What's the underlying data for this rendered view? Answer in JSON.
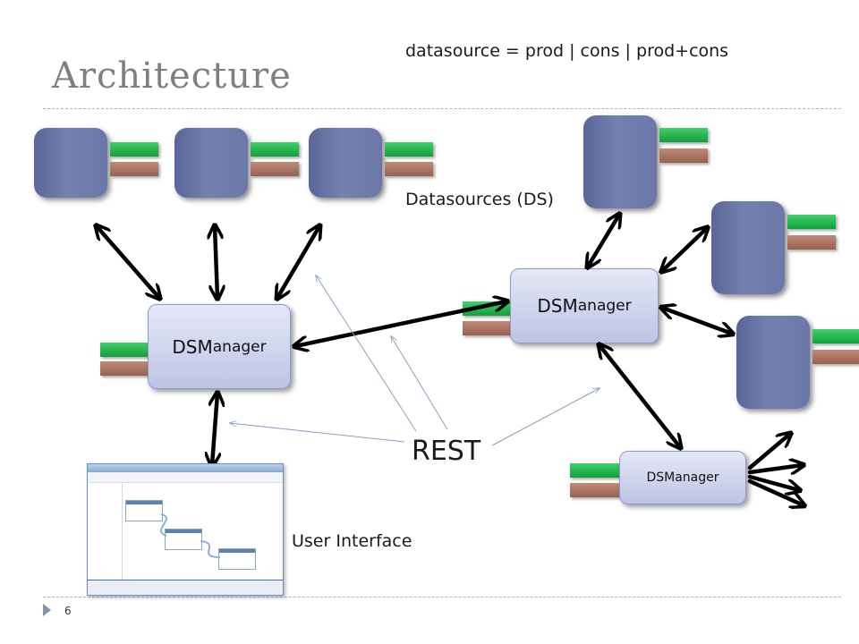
{
  "slide": {
    "title": "Architecture",
    "datasource_note": "datasource = prod | cons | prod+cons",
    "datasources_label": "Datasources (DS)",
    "rest_label": "REST",
    "ui_label": "User Interface",
    "page_number": "6"
  },
  "managers": {
    "left": {
      "line1": "DSM",
      "line2": "anager"
    },
    "right": {
      "line1": "DSM",
      "line2": "anager"
    },
    "bottom": {
      "label": "DSManager"
    }
  },
  "colors": {
    "datasource": "#6a77a8",
    "prod_bar": "#1cae47",
    "cons_bar": "#b07865",
    "manager_fill": "#cfd5ee",
    "arrow": "#000000",
    "rest_line": "#8a9fc0"
  }
}
